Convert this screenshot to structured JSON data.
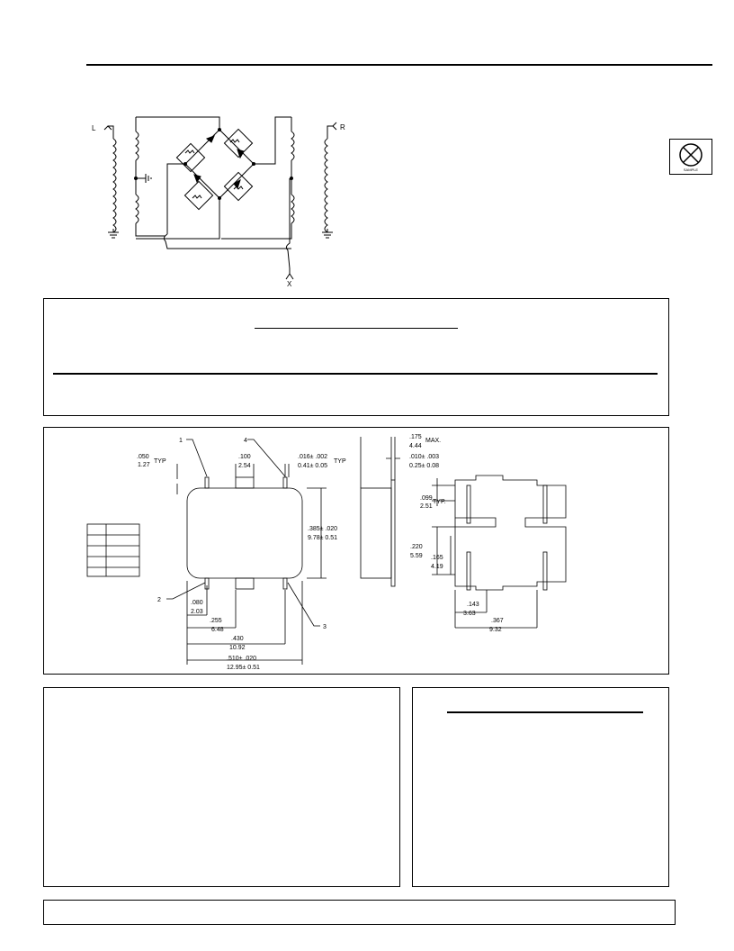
{
  "schematic": {
    "port_left": "L",
    "port_right": "R",
    "port_x": "X"
  },
  "logo": {
    "caption": "SAMPLE"
  },
  "outline": {
    "pins": [
      "1",
      "2",
      "3",
      "4"
    ],
    "dims": {
      "d050_in": ".050",
      "d050_mm": "1.27",
      "typ": "TYP",
      "d100_in": ".100",
      "d100_mm": "2.54",
      "d016_in": ".016± .002",
      "d016_mm": "0.41± 0.05",
      "d385_in": ".385± .020",
      "d385_mm": "9.78± 0.51",
      "d080_in": ".080",
      "d080_mm": "2.03",
      "d255_in": ".255",
      "d255_mm": "6.48",
      "d430_in": ".430",
      "d430_mm": "10.92",
      "d510_in": ".510± .020",
      "d510_mm": "12.95± 0.51",
      "d175_in": ".175",
      "d175_mm": "4.44",
      "max": "MAX.",
      "d010_in": ".010± .003",
      "d010_mm": "0.25± 0.08",
      "d099_in": ".099",
      "d099_mm": "2.51",
      "typ_dot": "TYP.",
      "d220_in": ".220",
      "d220_mm": "5.59",
      "d165_in": ".165",
      "d165_mm": "4.19",
      "d143_in": ".143",
      "d143_mm": "3.63",
      "d367_in": ".367",
      "d367_mm": "9.32"
    }
  }
}
